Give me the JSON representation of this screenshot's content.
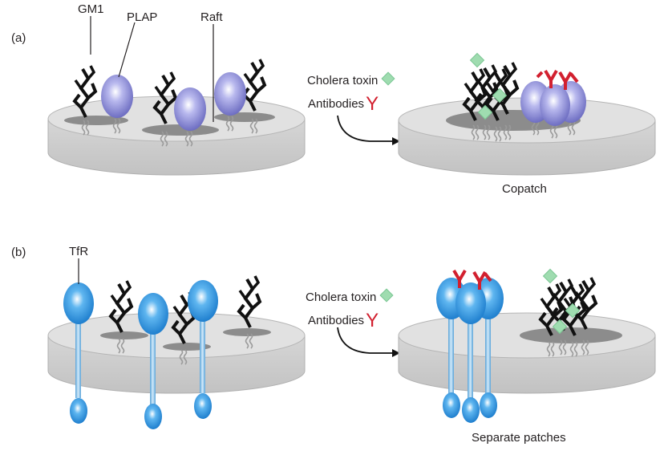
{
  "panel_a": {
    "panel_label": "(a)",
    "label_gm1": "GM1",
    "label_plap": "PLAP",
    "label_raft": "Raft",
    "treatment_toxin": "Cholera toxin",
    "treatment_antibodies": "Antibodies",
    "result_label": "Copatch"
  },
  "panel_b": {
    "panel_label": "(b)",
    "label_tfr": "TfR",
    "treatment_toxin": "Cholera toxin",
    "treatment_antibodies": "Antibodies",
    "result_label": "Separate patches"
  },
  "symbols": {
    "antibody_glyph": "Y",
    "toxin_icon": "diamond-icon"
  },
  "colors": {
    "membrane_top": "#dcdcdc",
    "membrane_side": "#c4c4c4",
    "raft_patch": "#8c8c8c",
    "plap_protein": "#8f8fd6",
    "tfr_protein": "#3b9be0",
    "gm1_lipid": "#111111",
    "cholera_toxin": "#9fdcb0",
    "antibody": "#d2202f"
  }
}
